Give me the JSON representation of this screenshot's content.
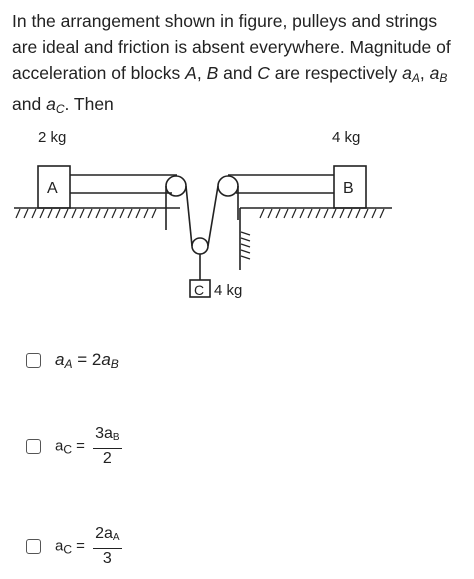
{
  "question": {
    "line1": "In the arrangement shown in figure, pulleys and strings",
    "line2": "are ideal and friction is absent everywhere. Magnitude of",
    "line3_prefix": "acceleration of blocks ",
    "block_a": "A",
    "block_b": "B",
    "block_c": "C",
    "and_word": "and",
    "respectively": " are respectively ",
    "var_a": "a",
    "sub_a": "A",
    "sub_b": "B",
    "sub_c": "C",
    "then": "Then"
  },
  "figure": {
    "mass_a": "2 kg",
    "mass_b": "4 kg",
    "mass_c": "4 kg",
    "label_a": "A",
    "label_b": "B",
    "label_c": "C"
  },
  "options": [
    {
      "lhs": "a",
      "lhs_sub": "A",
      "eq": " = 2",
      "rhs": "a",
      "rhs_sub": "B"
    },
    {
      "lhs": "a",
      "lhs_sub": "C",
      "eq": " = ",
      "num": "3a",
      "num_sub": "B",
      "den": "2"
    },
    {
      "lhs": "a",
      "lhs_sub": "C",
      "eq": " = ",
      "num": "2a",
      "num_sub": "A",
      "den": "3"
    }
  ]
}
